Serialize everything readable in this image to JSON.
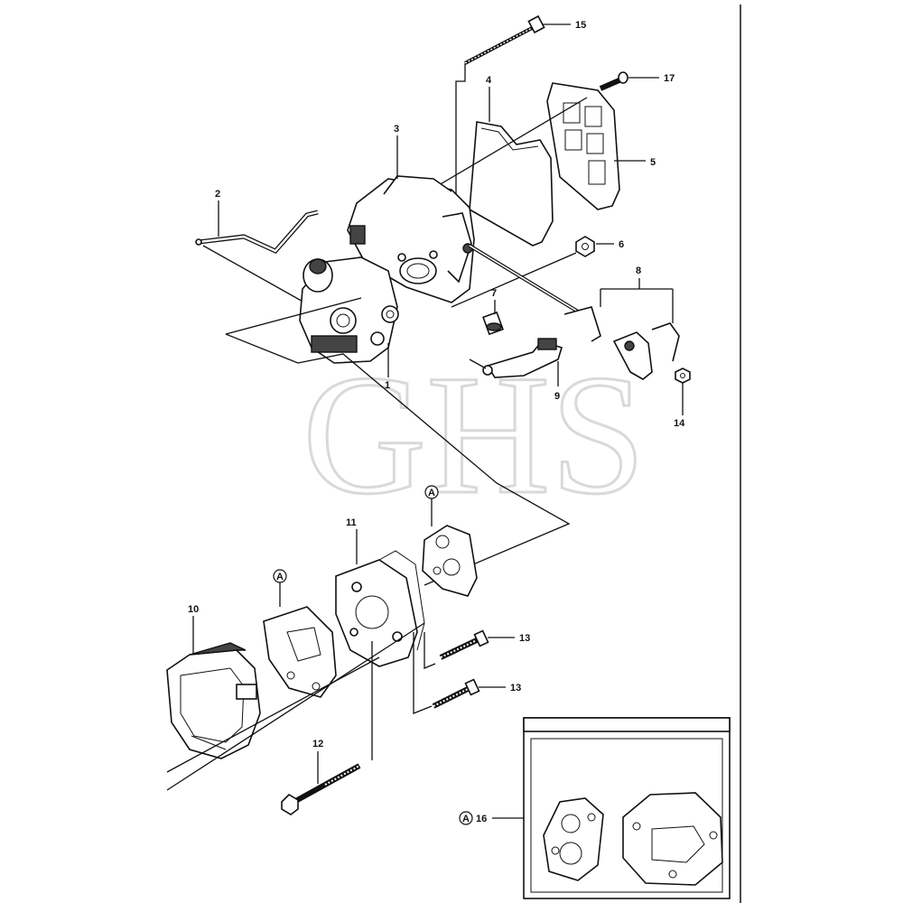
{
  "watermark": "GHS",
  "parts": {
    "p1": "1",
    "p2": "2",
    "p3": "3",
    "p4": "4",
    "p5": "5",
    "p6": "6",
    "p7": "7",
    "p8": "8",
    "p9": "9",
    "p10": "10",
    "p11": "11",
    "p12": "12",
    "p13a": "13",
    "p13b": "13",
    "p14": "14",
    "p15": "15",
    "p16": "16",
    "p17": "17"
  },
  "gasket_marker": "A",
  "kit_marker": "A"
}
